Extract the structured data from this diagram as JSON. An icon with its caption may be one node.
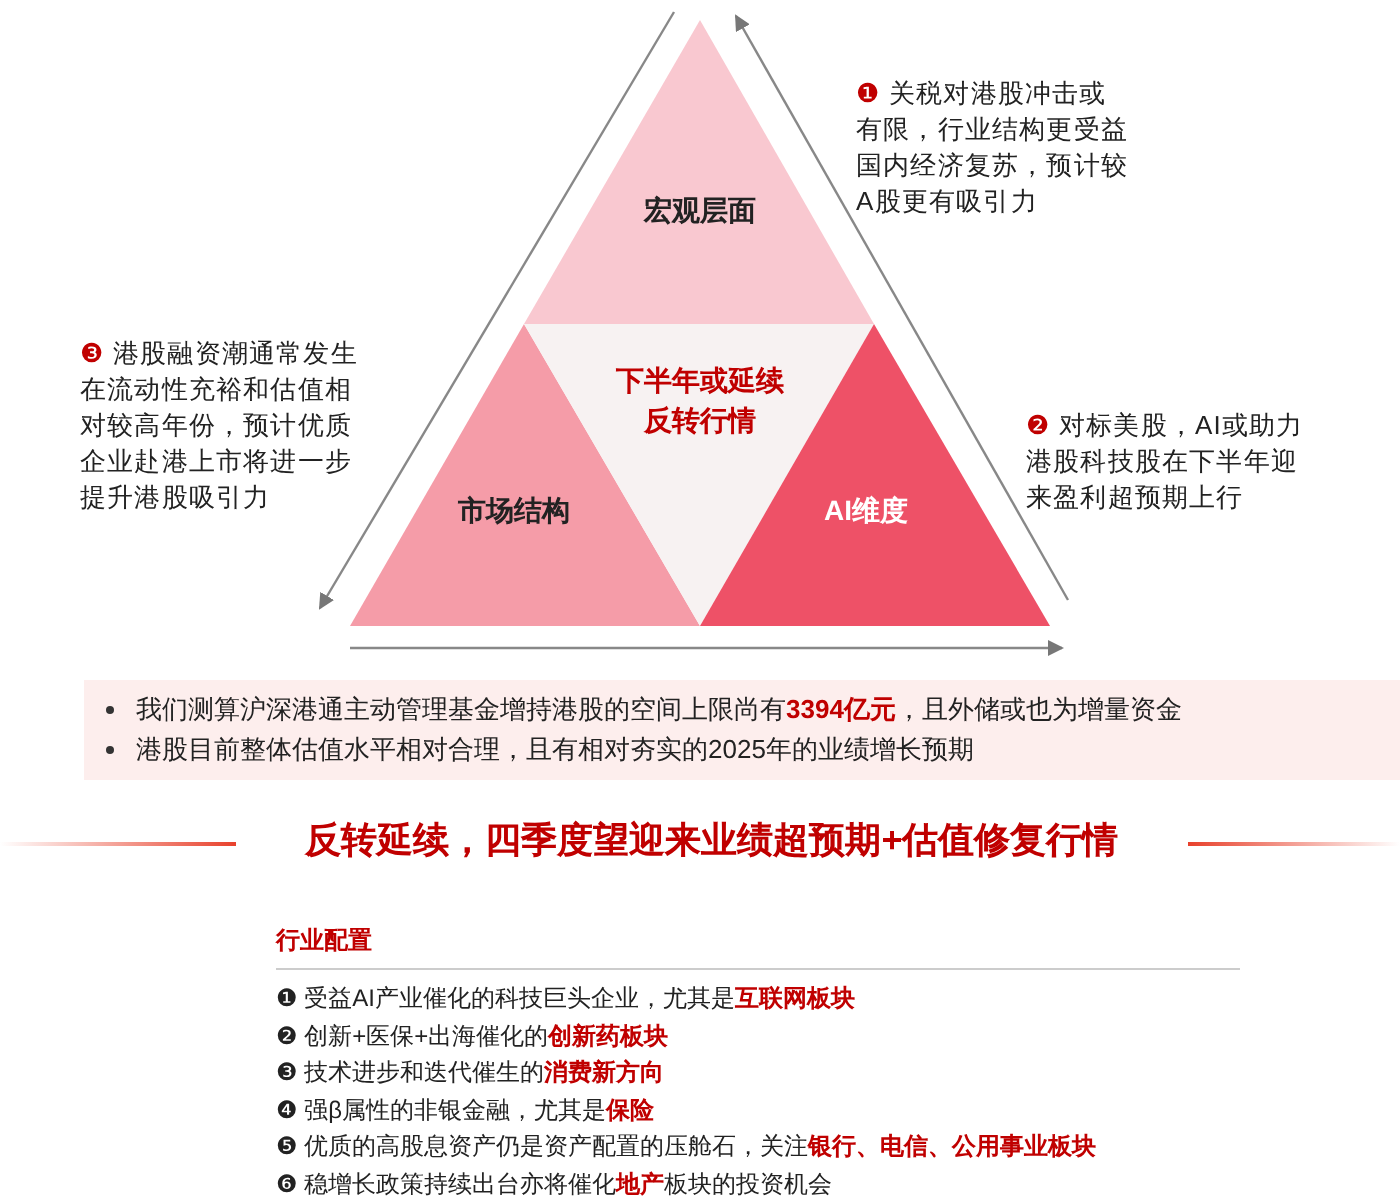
{
  "diagram": {
    "title": "反转延续，四季度望迎来业绩超预期+估值修复行情",
    "nodes": [
      {
        "text": [
          "宏观层面"
        ],
        "beside": [
          "❶ 关税对港股冲击或有限，行业结构更受益国内经济复苏，预计较A股更有吸引力"
        ]
      },
      {
        "text": [
          "市场结构"
        ],
        "beside": [
          "❸ 港股融资潮通常发生在流动性充裕和估值相对较高年份，预计优质企业赴港上市将进一步提升港股吸引力"
        ]
      },
      {
        "text": [
          "下半年或延续反转行情"
        ]
      },
      {
        "text": [
          "AI维度"
        ],
        "beside": [
          "❷ 对标美股，AI或助力港股科技股在下半年迎来盈利超预期上行"
        ]
      },
      {
        "text": [
          "我们测算沪深港通主动管理基金增持港股的空间上限尚有**3394亿元**，且外储或也为增量资金",
          "港股目前整体估值水平相对合理，且有相对夯实的2025年的业绩增长预期"
        ]
      }
    ],
    "edges": [],
    "labels": [
      "行业配置",
      "❶ 受益AI产业催化的科技巨头企业，尤其是**互联网板块**",
      "❷ 创新+医保+出海催化的**创新药板块**",
      "❸ 技术进步和迭代催生的**消费新方向**",
      "❹ 强β属性的非银金融，尤其是**保险**",
      "❺ 优质的高股息资产仍是资产配置的压舱石，关注**银行、电信、公用事业板块**",
      "❻ 稳增长政策持续出台亦将催化**地产**板块的投资机会"
    ]
  }
}
